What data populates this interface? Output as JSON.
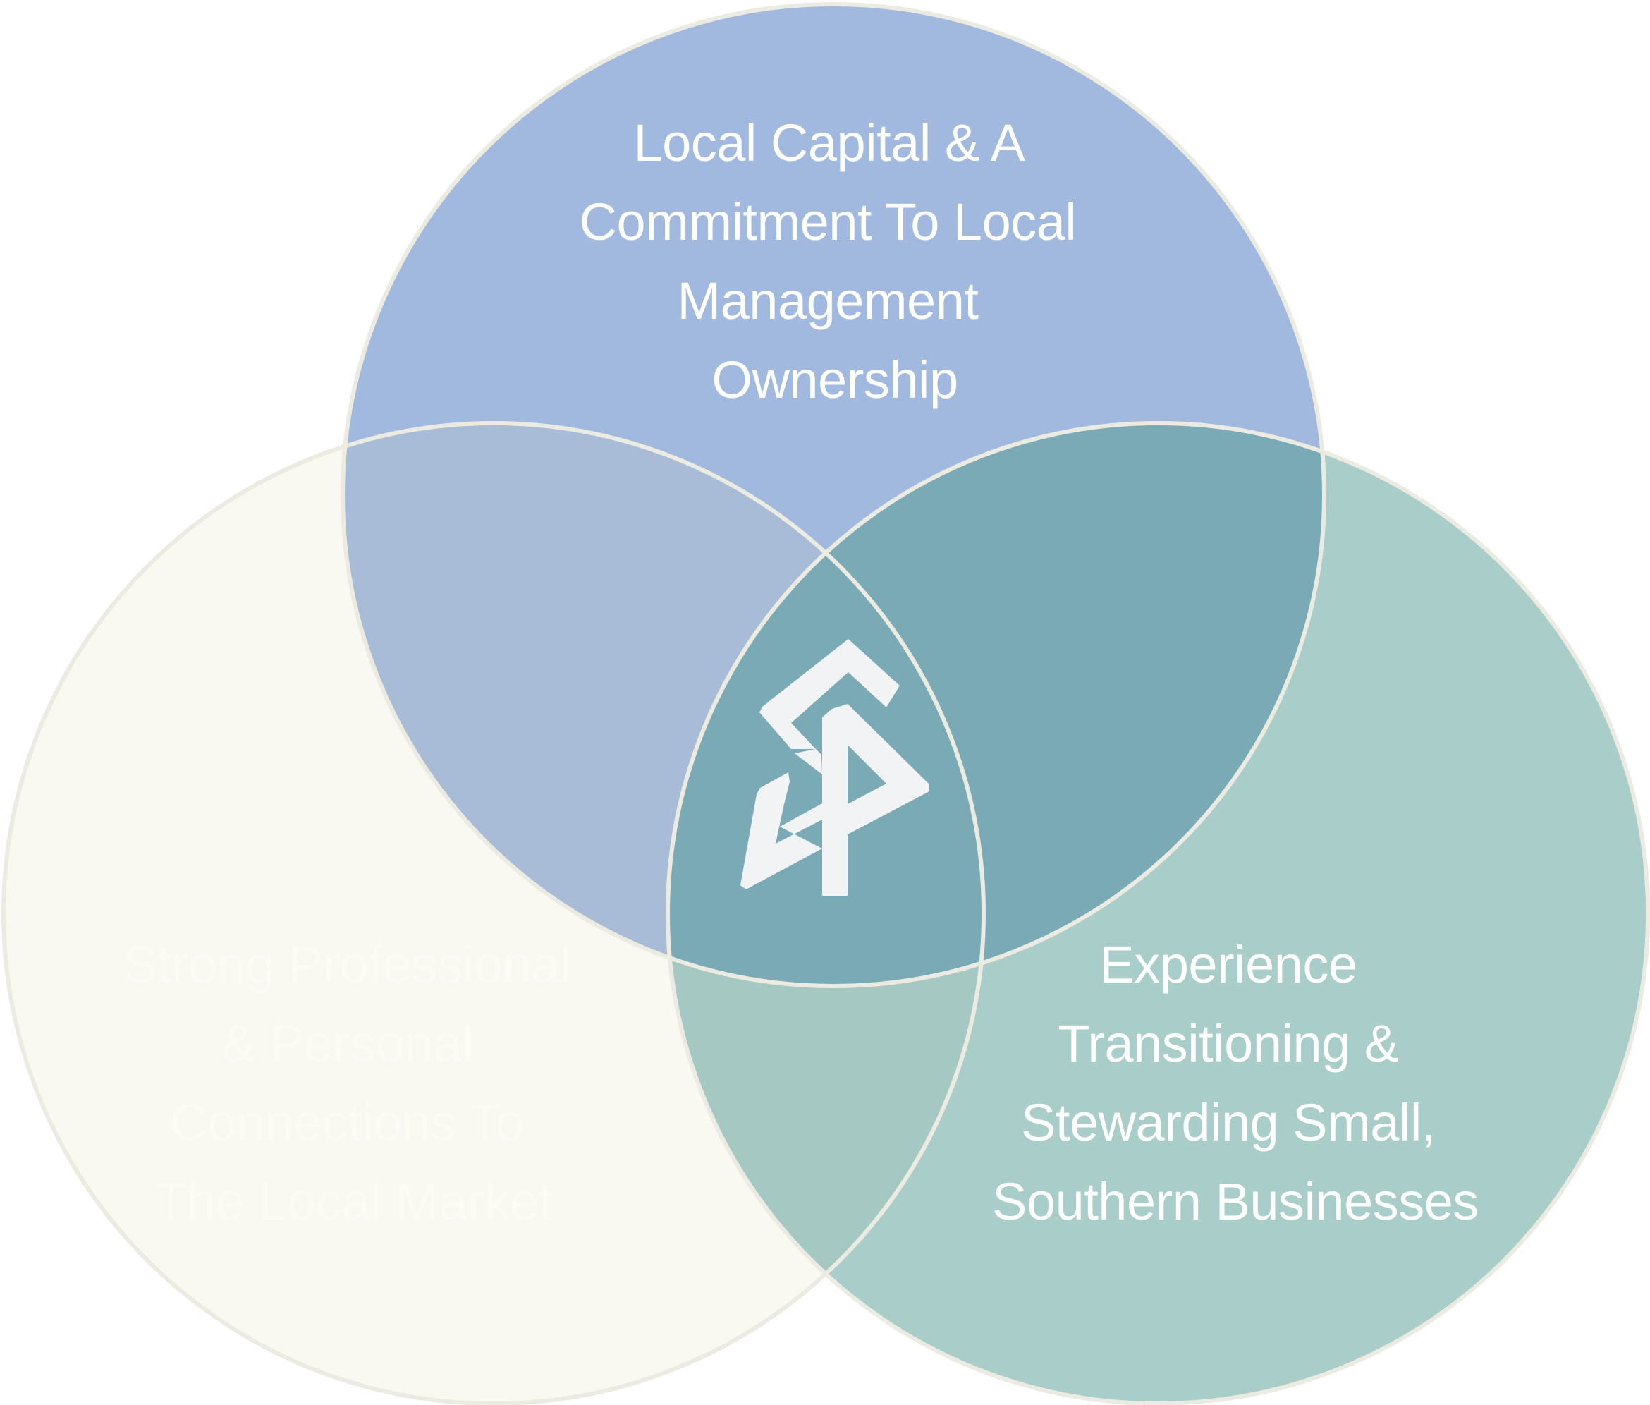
{
  "diagram": {
    "type": "three-circle-venn",
    "colors": {
      "top_fill": "#a2b9df",
      "left_fill": "#f9f8f1",
      "right_fill": "#a9cdc9",
      "top_left_overlap": "#a8bcd7",
      "top_right_overlap": "#7aaab6",
      "left_right_overlap": "#a6c8c2",
      "center_overlap": "#7aaab6",
      "outline": "#ecebe1",
      "top_text": "#ffffff",
      "left_text": "#fcfbf6",
      "right_text": "#ffffff",
      "logo_color": "#f2f3f5"
    },
    "circles": [
      {
        "id": "top",
        "label_lines": [
          "Local Capital & A",
          "Commitment To Local",
          "Management",
          "Ownership"
        ]
      },
      {
        "id": "left",
        "label_lines": [
          "Strong Professional",
          "& Personal",
          "Connections To",
          "The Local Market"
        ]
      },
      {
        "id": "right",
        "label_lines": [
          "Experience",
          "Transitioning &",
          "Stewarding Small,",
          "Southern Businesses"
        ]
      }
    ],
    "center_logo": {
      "icon": "sp-monogram-logo-icon"
    }
  }
}
